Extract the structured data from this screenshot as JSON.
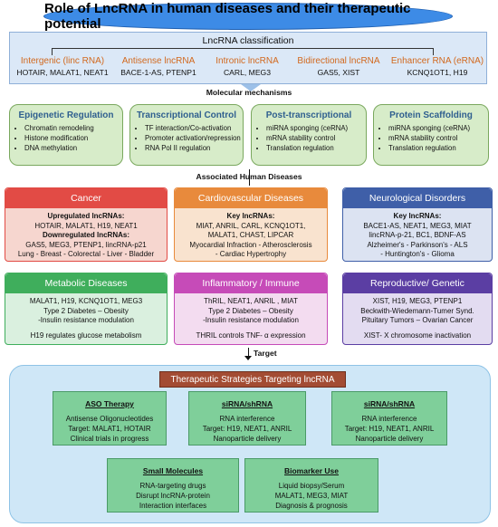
{
  "title": "Role of LncRNA in human diseases and their therapeutic potential",
  "classification": {
    "caption": "LncRNA classification",
    "classes": [
      {
        "name": "Intergenic (linc RNA)",
        "examples": "HOTAIR, MALAT1, NEAT1"
      },
      {
        "name": "Antisense lncRNA",
        "examples": "BACE-1-AS, PTENP1"
      },
      {
        "name": "Intronic lncRNA",
        "examples": "CARL, MEG3"
      },
      {
        "name": "Bidirectional lncRNA",
        "examples": "GAS5, XIST"
      },
      {
        "name": "Enhancer RNA (eRNA)",
        "examples": "KCNQ1OT1, H19"
      }
    ]
  },
  "labels": {
    "molecular": "Molecular mechanisms",
    "diseases": "Associated Human Diseases",
    "target": "Target"
  },
  "mechanisms": [
    {
      "title": "Epigenetic Regulation",
      "items": [
        "Chromatin remodeling",
        "Histone modification",
        "DNA methylation"
      ]
    },
    {
      "title": "Transcriptional Control",
      "items": [
        "TF interaction/Co-activation",
        "Promoter activation/repression",
        "RNA Pol II regulation"
      ]
    },
    {
      "title": "Post-transcriptional",
      "items": [
        "miRNA sponging (ceRNA)",
        "mRNA stability control",
        "Translation regulation"
      ]
    },
    {
      "title": "Protein Scaffolding",
      "items": [
        "miRNA sponging (ceRNA)",
        "mRNA stability control",
        "Translation regulation"
      ]
    }
  ],
  "diseases": [
    {
      "title": "Cancer",
      "lines": [
        {
          "t": "Upregulated lncRNAs:",
          "b": true
        },
        {
          "t": "HOTAIR, MALAT1, H19, NEAT1"
        },
        {
          "t": "Downregulated lncRNAs:",
          "b": true
        },
        {
          "t": "GAS5, MEG3, PTENP1, lincRNA-p21"
        },
        {
          "t": "Lung - Breast - Colorectal - Liver - Bladder"
        }
      ]
    },
    {
      "title": "Cardiovascular Diseases",
      "lines": [
        {
          "t": "Key lncRNAs:",
          "b": true
        },
        {
          "t": "MIAT, ANRIL, CARL, KCNQ1OT1,"
        },
        {
          "t": "MALAT1, CHAST, LIPCAR"
        },
        {
          "t": "Myocardial Infraction - Atherosclerosis"
        },
        {
          "t": "- Cardiac Hypertrophy"
        }
      ]
    },
    {
      "title": "Neurological Disorders",
      "lines": [
        {
          "t": "Key lncRNAs:",
          "b": true
        },
        {
          "t": "BACE1-AS, NEAT1, MEG3,  MIAT"
        },
        {
          "t": "lincRNA-p-21, BC1, BDNF-AS"
        },
        {
          "t": "Alzheimer's - Parkinson's - ALS"
        },
        {
          "t": "- Huntington's - Glioma"
        }
      ]
    },
    {
      "title": "Metabolic Diseases",
      "lines": [
        {
          "t": "MALAT1, H19, KCNQ1OT1, MEG3"
        },
        {
          "t": "Type 2 Diabetes – Obesity"
        },
        {
          "t": "-Insulin resistance modulation"
        },
        {
          "t": ""
        },
        {
          "t": "H19 regulates glucose metabolism"
        }
      ]
    },
    {
      "title": "Inflammatory / Immune",
      "lines": [
        {
          "t": "ThRIL, NEAT1, ANRIL , MIAT"
        },
        {
          "t": "Type 2 Diabetes – Obesity"
        },
        {
          "t": "-Insulin resistance modulation"
        },
        {
          "t": ""
        },
        {
          "t": "THRIL controls  TNF- α expression"
        }
      ]
    },
    {
      "title": "Reproductive/ Genetic",
      "lines": [
        {
          "t": "XIST, H19, MEG3, PTENP1"
        },
        {
          "t": "Beckwith-Wiedemann-Tumer Synd."
        },
        {
          "t": "Pituitary Tumors – Ovarian Cancer"
        },
        {
          "t": ""
        },
        {
          "t": "XIST- X chromosome inactivation"
        }
      ]
    }
  ],
  "therapeutic": {
    "header": "Therapeutic Strategies Targeting lncRNA",
    "boxes": [
      {
        "title": "ASO Therapy",
        "lines": [
          "Antisense Oligonucleotides",
          "Target: MALAT1, HOTAIR",
          "Clinical trials in progress"
        ]
      },
      {
        "title": "siRNA/shRNA",
        "lines": [
          "RNA interference",
          "Target: H19, NEAT1, ANRIL",
          "Nanoparticle delivery"
        ]
      },
      {
        "title": "siRNA/shRNA",
        "lines": [
          "RNA interference",
          "Target: H19, NEAT1, ANRIL",
          "Nanoparticle delivery"
        ]
      },
      {
        "title": "Small Molecules",
        "lines": [
          "RNA-targeting drugs",
          "Disrupt lncRNA-protein",
          "Interaction interfaces"
        ]
      },
      {
        "title": "Biomarker Use",
        "lines": [
          "Liquid biopsy/Serum",
          "MALAT1, MEG3, MIAT",
          "Diagnosis & prognosis"
        ]
      }
    ]
  },
  "colors": {
    "cancer": "#e24b45",
    "cardio": "#e88a3c",
    "neuro": "#3f5fa8",
    "metabolic": "#3fae5c",
    "immune": "#c64bb8",
    "repro": "#5b3ea3"
  }
}
